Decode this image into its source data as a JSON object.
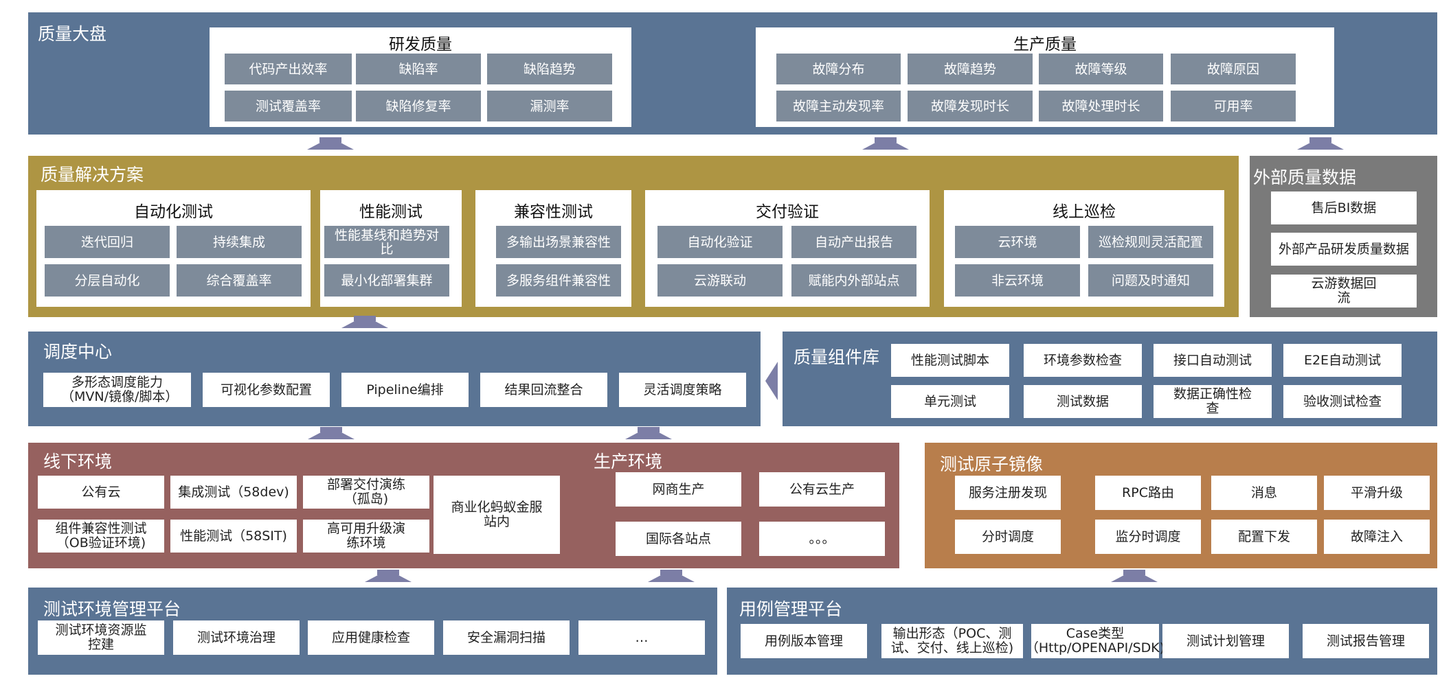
{
  "colors": {
    "blue": "#5a7494",
    "gold": "#ae9543",
    "gray": "#7a7a7a",
    "red": "#96615f",
    "orange": "#b87e4c",
    "cell": "#7e8b9a",
    "arrow": "#7c7ea6"
  },
  "dashboard": {
    "title": "质量大盘",
    "rd": {
      "title": "研发质量",
      "items": [
        "代码产出效率",
        "缺陷率",
        "缺陷趋势",
        "测试覆盖率",
        "缺陷修复率",
        "漏测率"
      ]
    },
    "prod": {
      "title": "生产质量",
      "items": [
        "故障分布",
        "故障趋势",
        "故障等级",
        "故障原因",
        "故障主动发现率",
        "故障发现时长",
        "故障处理时长",
        "可用率"
      ]
    }
  },
  "solutions": {
    "title": "质量解决方案",
    "auto": {
      "title": "自动化测试",
      "items": [
        "迭代回归",
        "持续集成",
        "分层自动化",
        "综合覆盖率"
      ]
    },
    "perf": {
      "title": "性能测试",
      "items": [
        "性能基线和趋势对比",
        "最小化部署集群"
      ]
    },
    "compat": {
      "title": "兼容性测试",
      "items": [
        "多输出场景兼容性",
        "多服务组件兼容性"
      ]
    },
    "delivery": {
      "title": "交付验证",
      "items": [
        "自动化验证",
        "自动产出报告",
        "云游联动",
        "赋能内外部站点"
      ]
    },
    "online": {
      "title": "线上巡检",
      "items": [
        "云环境",
        "巡检规则灵活配置",
        "非云环境",
        "问题及时通知"
      ]
    }
  },
  "external": {
    "title": "外部质量数据",
    "items": [
      "售后BI数据",
      "外部产品研发质量数据",
      "云游数据回流"
    ]
  },
  "scheduler": {
    "title": "调度中心",
    "items": [
      "多形态调度能力（MVN/镜像/脚本）",
      "可视化参数配置",
      "Pipeline编排",
      "结果回流整合",
      "灵活调度策略"
    ]
  },
  "components": {
    "title": "质量组件库",
    "items": [
      "性能测试脚本",
      "环境参数检查",
      "接口自动测试",
      "E2E自动测试",
      "单元测试",
      "测试数据",
      "数据正确性检查",
      "验收测试检查"
    ]
  },
  "offline": {
    "title": "线下环境",
    "items": [
      "公有云",
      "集成测试（58dev)",
      "部署交付演练（孤岛)",
      "商业化蚂蚁金服站内",
      "组件兼容性测试（OB验证环境)",
      "性能测试（58SIT)",
      "高可用升级演练环境"
    ]
  },
  "production": {
    "title": "生产环境",
    "items": [
      "网商生产",
      "公有云生产",
      "国际各站点",
      "。。。"
    ]
  },
  "atomic": {
    "title": "测试原子镜像",
    "items": [
      "服务注册发现",
      "RPC路由",
      "消息",
      "平滑升级",
      "分时调度",
      "监分时调度",
      "配置下发",
      "故障注入"
    ]
  },
  "envmgmt": {
    "title": "测试环境管理平台",
    "items": [
      "测试环境资源监控建",
      "测试环境治理",
      "应用健康检查",
      "安全漏洞扫描",
      "…"
    ]
  },
  "casemgmt": {
    "title": "用例管理平台",
    "items": [
      "用例版本管理",
      "输出形态（POC、测试、交付、线上巡检)",
      "Case类型（Http/OPENAPI/SDK)",
      "测试计划管理",
      "测试报告管理"
    ]
  }
}
